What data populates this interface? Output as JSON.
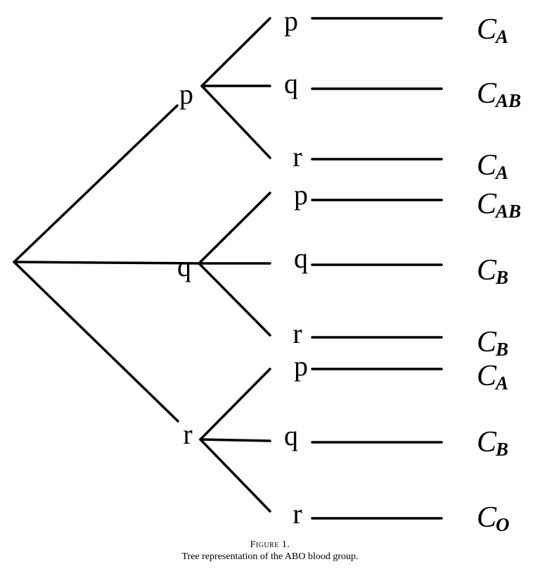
{
  "tree": {
    "root_children": [
      {
        "label": "p",
        "children": [
          {
            "label": "p",
            "outcome": {
              "base": "C",
              "sub": "A"
            }
          },
          {
            "label": "q",
            "outcome": {
              "base": "C",
              "sub": "AB"
            }
          },
          {
            "label": "r",
            "outcome": {
              "base": "C",
              "sub": "A"
            }
          }
        ]
      },
      {
        "label": "q",
        "children": [
          {
            "label": "p",
            "outcome": {
              "base": "C",
              "sub": "AB"
            }
          },
          {
            "label": "q",
            "outcome": {
              "base": "C",
              "sub": "B"
            }
          },
          {
            "label": "r",
            "outcome": {
              "base": "C",
              "sub": "B"
            }
          }
        ]
      },
      {
        "label": "r",
        "children": [
          {
            "label": "p",
            "outcome": {
              "base": "C",
              "sub": "A"
            }
          },
          {
            "label": "q",
            "outcome": {
              "base": "C",
              "sub": "B"
            }
          },
          {
            "label": "r",
            "outcome": {
              "base": "C",
              "sub": "O"
            }
          }
        ]
      }
    ]
  },
  "caption": {
    "title": "Figure 1.",
    "description": "Tree representation of the ABO blood group."
  },
  "colors": {
    "ink": "#000000",
    "background": "#ffffff"
  }
}
